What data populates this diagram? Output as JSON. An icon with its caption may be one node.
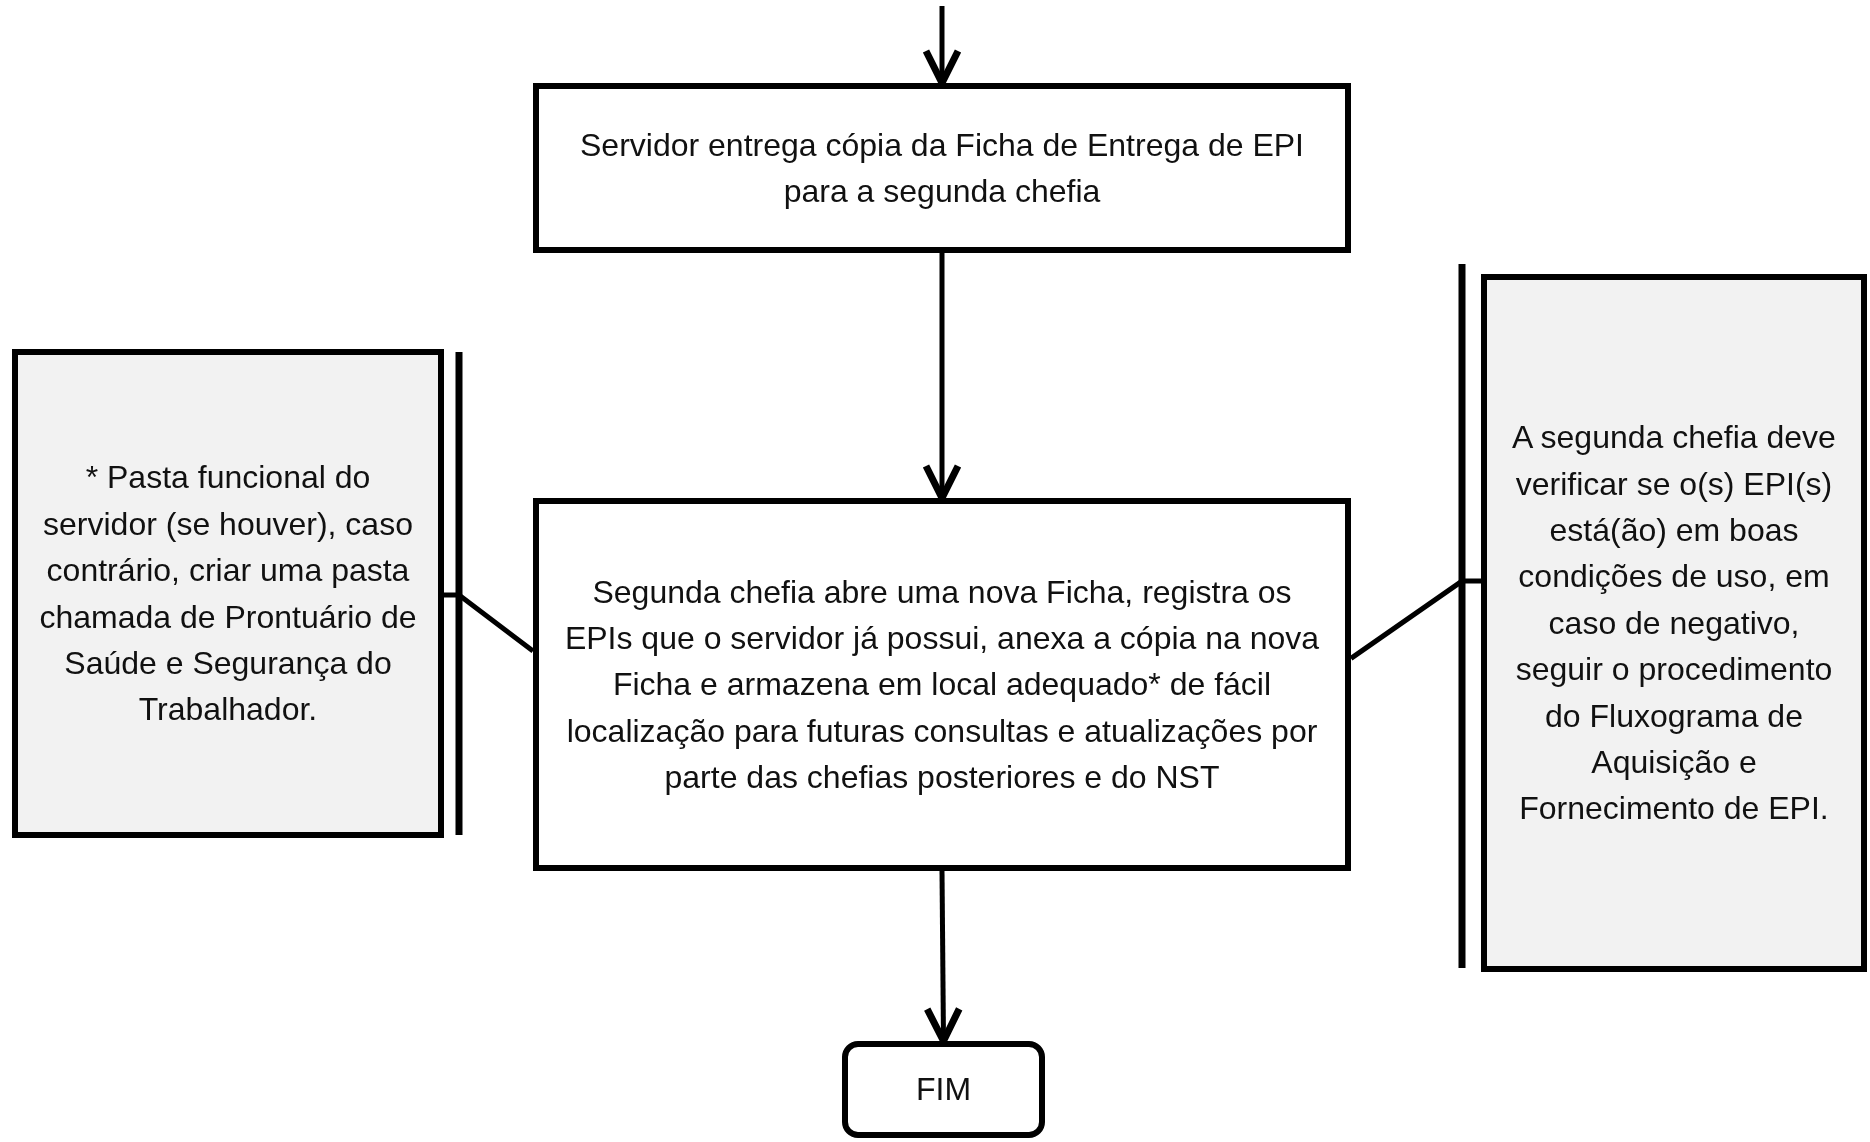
{
  "diagram": {
    "nodes": [
      {
        "text": [
          "Servidor entrega cópia da Ficha de Entrega de EPI para a segunda chefia"
        ]
      },
      {
        "text": [
          "Segunda chefia abre uma nova Ficha, registra os EPIs que o servidor já possui, anexa a cópia na nova Ficha e armazena em local adequado* de fácil localização para futuras consultas e atualizações por parte das chefias posteriores e do NST"
        ]
      },
      {
        "text": [
          "FIM"
        ]
      },
      {
        "text": [
          "* Pasta funcional do servidor (se houver), caso contrário, criar uma pasta chamada de Prontuário de Saúde e Segurança do Trabalhador."
        ]
      },
      {
        "text": [
          "A segunda chefia deve verificar se o(s) EPI(s) está(ão) em boas condições de uso, em caso de negativo, seguir o procedimento do Fluxograma de Aquisição e Fornecimento de EPI."
        ]
      }
    ],
    "edges": [
      {
        "from": null,
        "to": 0,
        "arrow": "to"
      },
      {
        "from": 0,
        "to": 1,
        "arrow": "to"
      },
      {
        "from": 1,
        "to": 2,
        "arrow": "to"
      },
      {
        "from": 3,
        "to": 1,
        "arrow": "none"
      },
      {
        "from": 4,
        "to": 1,
        "arrow": "none"
      }
    ]
  }
}
